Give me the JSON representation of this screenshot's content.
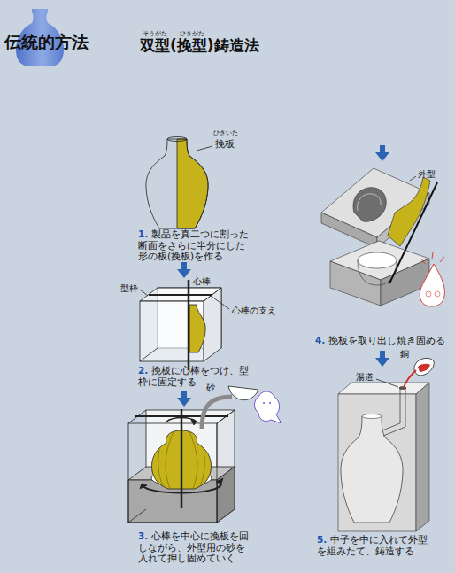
{
  "diagram": {
    "title": "双型(挽型)鋳造法",
    "labels": [
      "伝統的方法",
      "そうがた",
      "ひきがた",
      "ひきいた",
      "挽板",
      "1.",
      "製品を真二つに割った断面をさらに半分にした形の板(挽板)を作る",
      "心棒",
      "型枠",
      "心棒の支え",
      "2.",
      "挽板に心棒をつけ、型枠に固定する",
      "砂",
      "3.",
      "心棒を中心に挽板を回しながら、外型用の砂を入れて押し固めていく",
      "外型",
      "4.",
      "挽板を取り出し焼き固める",
      "湯道",
      "銅",
      "5.",
      "中子を中に入れて外型を組みたて、鋳造する"
    ]
  }
}
